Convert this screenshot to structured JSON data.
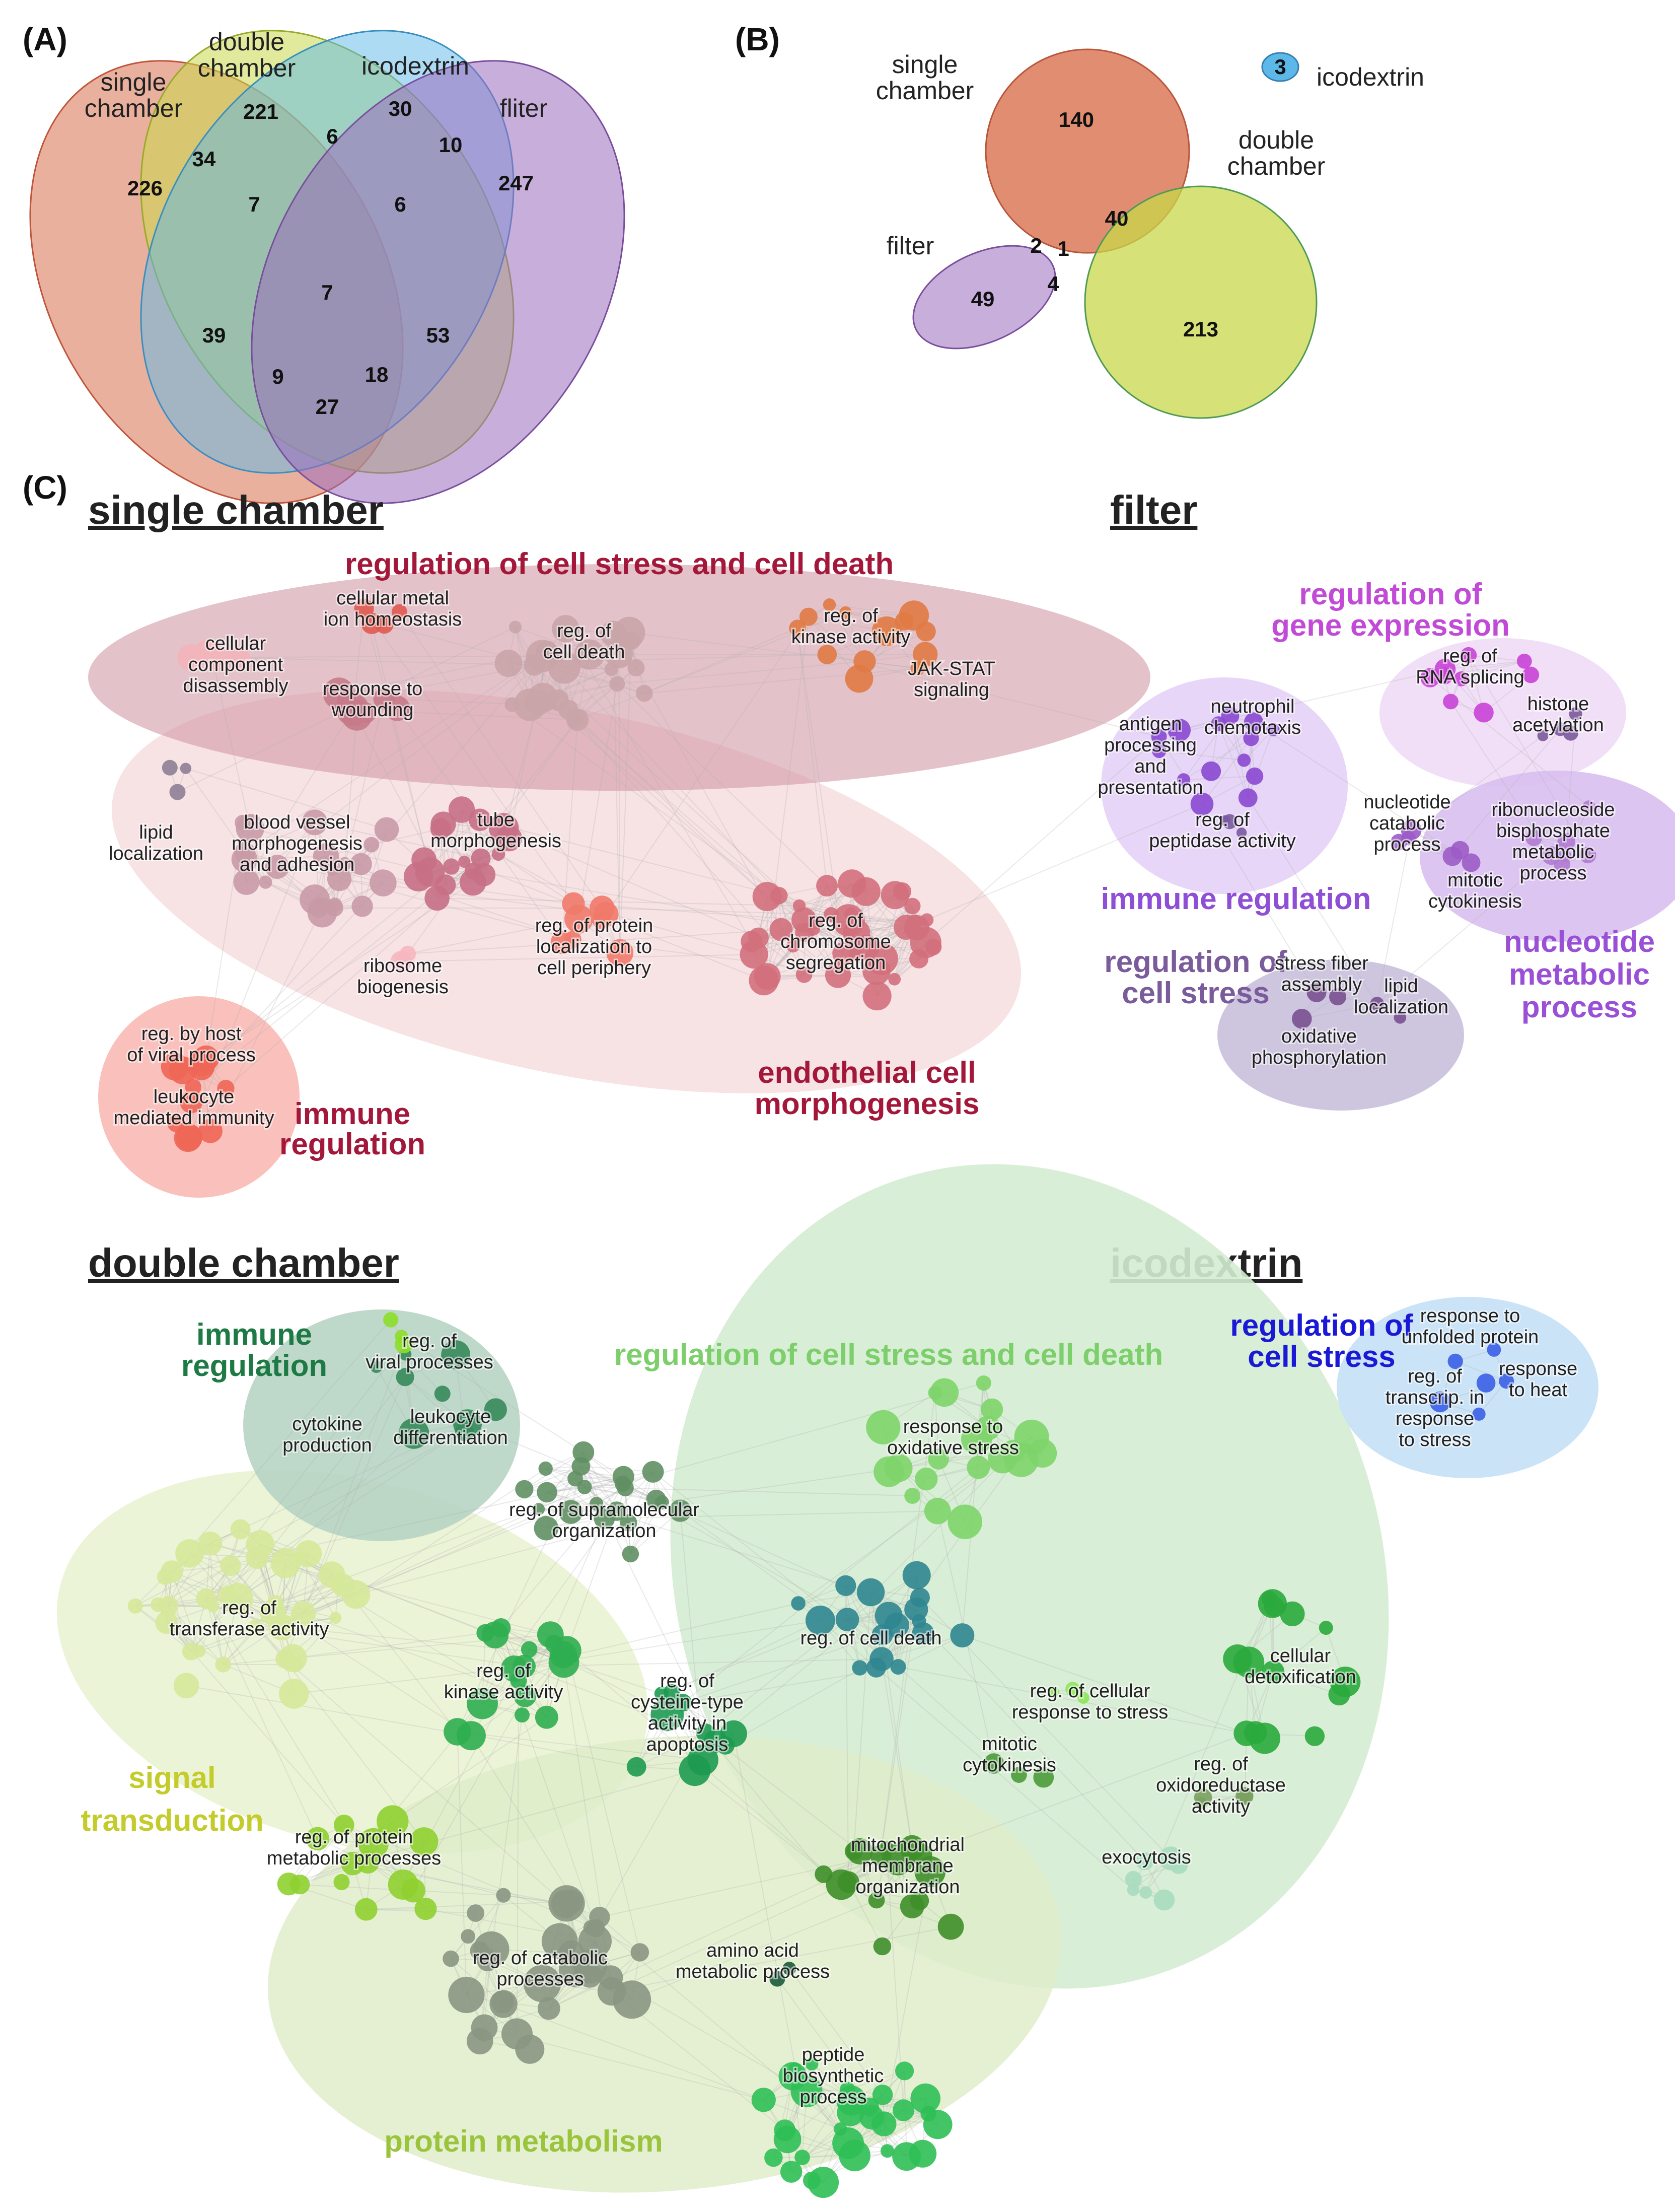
{
  "panels": {
    "a": "(A)",
    "b": "(B)",
    "c": "(C)"
  },
  "venn4": {
    "sets": [
      "single\nchamber",
      "double\nchamber",
      "icodextrin",
      "fliter"
    ],
    "colors": [
      "#d9704f",
      "#c8d84a",
      "#5bb8e8",
      "#9a6dbd"
    ],
    "counts": [
      "226",
      "34",
      "221",
      "30",
      "6",
      "10",
      "247",
      "7",
      "6",
      "7",
      "39",
      "53",
      "9",
      "18",
      "27"
    ]
  },
  "venn_b": {
    "labels": [
      "single\nchamber",
      "icodextrin",
      "double\nchamber",
      "filter"
    ],
    "counts": [
      "140",
      "40",
      "213",
      "49",
      "2",
      "1",
      "4",
      "3"
    ]
  },
  "networks": [
    {
      "id": "single-chamber",
      "heading": "single chamber",
      "heading_color": "#222222",
      "clusters": [
        {
          "id": "sc-stress",
          "label": "regulation of cell stress and cell death",
          "color": "#a3183a",
          "fill": "#d29aa5"
        },
        {
          "id": "sc-endo",
          "label": "endothelial cell\nmorphogenesis",
          "color": "#a3183a",
          "fill": "#f3d6d8"
        },
        {
          "id": "sc-immune",
          "label": "immune\nregulation",
          "color": "#a3183a",
          "fill": "#f8b5b0"
        }
      ],
      "terms": [
        "cellular metal\nion homeostasis",
        "cellular\ncomponent\ndisassembly",
        "response to\nwounding",
        "reg. of\ncell death",
        "reg. of\nkinase activity",
        "JAK-STAT\nsignaling",
        "lipid\nlocalization",
        "blood vessel\nmorphogenesis\nand adhesion",
        "tube\nmorphogenesis",
        "reg. of protein\nlocalization to\ncell periphery",
        "ribosome\nbiogenesis",
        "reg. of\nchromosome\nsegregation",
        "reg. by host\nof viral process",
        "leukocyte\nmediated immunity"
      ]
    },
    {
      "id": "filter",
      "heading": "filter",
      "heading_color": "#222222",
      "clusters": [
        {
          "id": "fi-gene",
          "label": "regulation of\ngene expression",
          "color": "#c14ad6",
          "fill": "#f0dcf6"
        },
        {
          "id": "fi-immune",
          "label": "immune regulation",
          "color": "#8e4ed6",
          "fill": "#e6d4f7"
        },
        {
          "id": "fi-nuc",
          "label": "nucleotide\nmetabolic\nprocess",
          "color": "#9a50d6",
          "fill": "#d9bff0"
        },
        {
          "id": "fi-stress",
          "label": "regulation of\ncell stress",
          "color": "#7a5b9c",
          "fill": "#c9c0dc"
        }
      ],
      "terms": [
        "reg. of\nRNA splicing",
        "histone\nacetylation",
        "neutrophil\nchemotaxis",
        "antigen\nprocessing\nand\npresentation",
        "reg. of\npeptidase activity",
        "nucleotide\ncatabolic\nprocess",
        "ribonucleoside\nbisphosphate\nmetabolic\nprocess",
        "mitotic\ncytokinesis",
        "stress fiber\nassembly",
        "lipid\nlocalization",
        "oxidative\nphosphorylation"
      ]
    },
    {
      "id": "double-chamber",
      "heading": "double chamber",
      "heading_color": "#222222",
      "clusters": [
        {
          "id": "dc-immune",
          "label": "immune\nregulation",
          "color": "#1e7a44",
          "fill": "#b7d4c4"
        },
        {
          "id": "dc-stress",
          "label": "regulation of cell stress and cell death",
          "color": "#7ccf6a",
          "fill": "#d5ecd2"
        },
        {
          "id": "dc-signal",
          "label": "signal\ntransduction",
          "color": "#c3cc2a",
          "fill": "#e9f2d0"
        },
        {
          "id": "dc-protein",
          "label": "protein metabolism",
          "color": "#9ac43c",
          "fill": "#dfecc8"
        }
      ],
      "terms": [
        "reg. of\nviral processes",
        "cytokine\nproduction",
        "leukocyte\ndifferentiation",
        "reg. of supramolecular\norganization",
        "response to\noxidative stress",
        "reg. of\ntransferase activity",
        "reg. of cell death",
        "reg. of\nkinase activity",
        "reg. of\ncysteine-type\nactivity in\napoptosis",
        "cellular\ndetoxification",
        "reg. of cellular\nresponse to stress",
        "mitotic\ncytokinesis",
        "reg. of\noxidoreductase\nactivity",
        "reg. of protein\nmetabolic processes",
        "mitochondrial\nmembrane\norganization",
        "exocytosis",
        "reg. of catabolic\nprocesses",
        "amino acid\nmetabolic process",
        "peptide\nbiosynthetic\nprocess"
      ]
    },
    {
      "id": "icodextrin",
      "heading": "icodextrin",
      "heading_color": "#222222",
      "clusters": [
        {
          "id": "ic-stress",
          "label": "regulation of\ncell stress",
          "color": "#1a1ad6",
          "fill": "#c7e1f7"
        }
      ],
      "terms": [
        "response to\nunfolded protein",
        "reg. of\ntranscrip. in\nresponse\nto stress",
        "response\nto heat"
      ]
    }
  ]
}
